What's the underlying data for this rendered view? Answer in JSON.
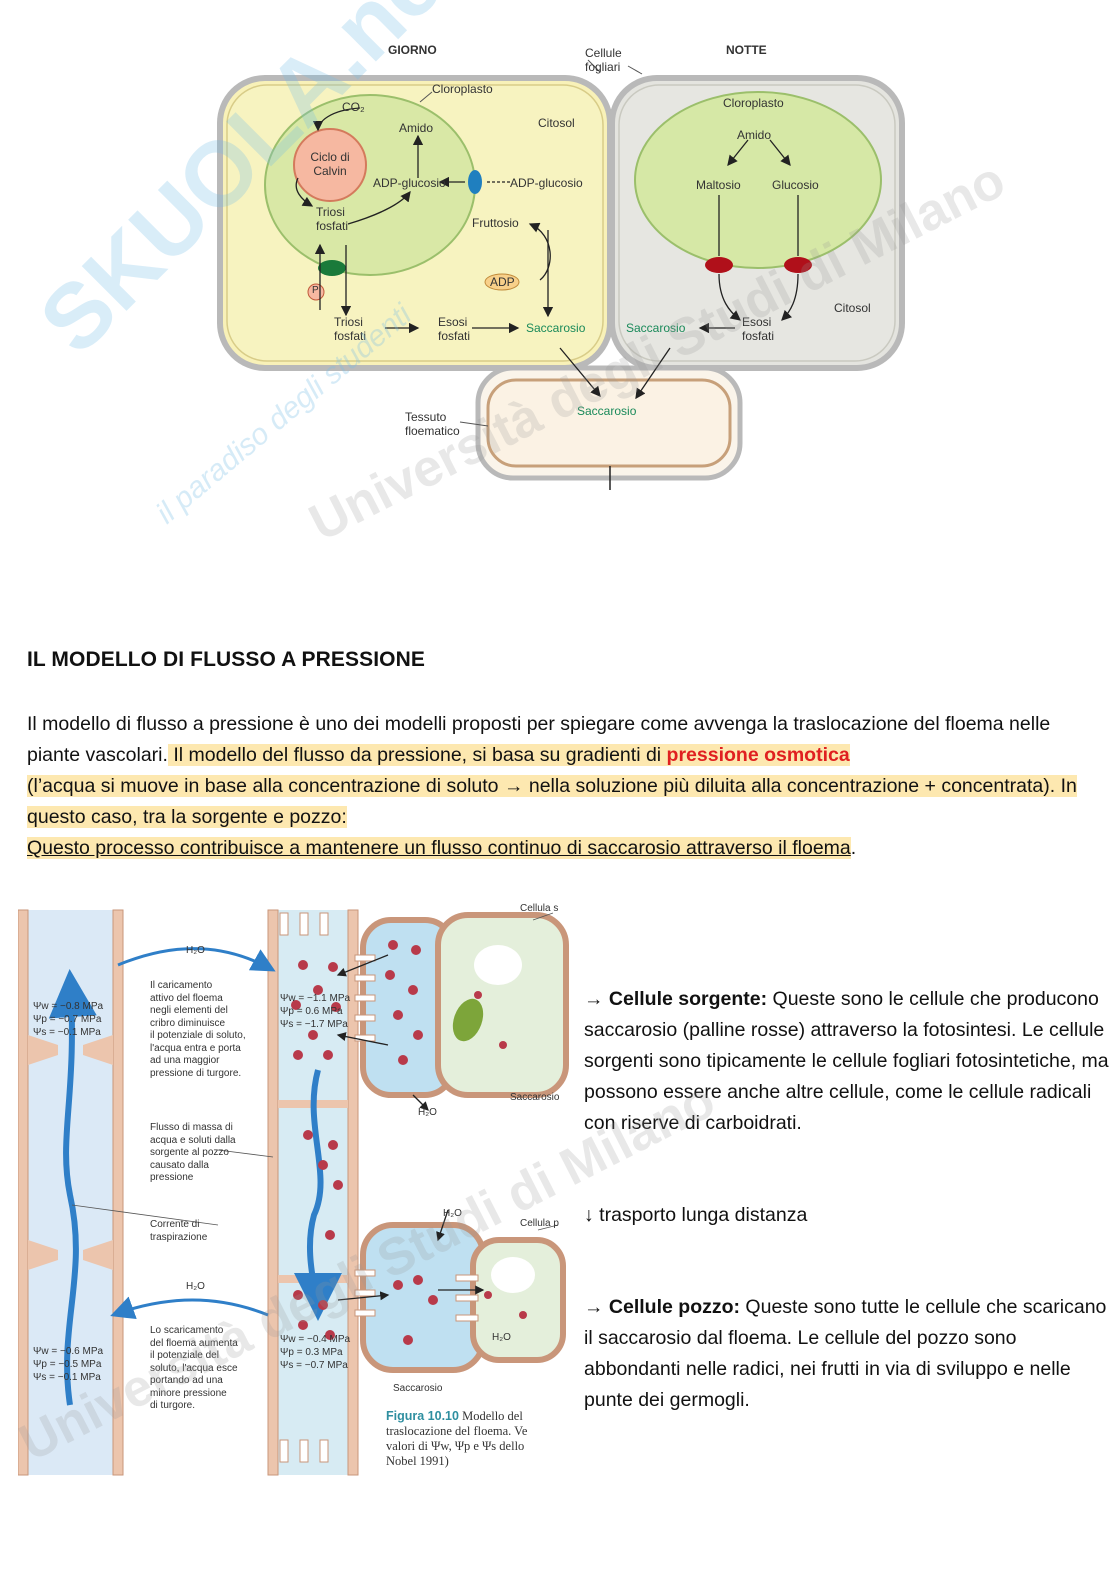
{
  "figure1": {
    "giorno": "GIORNO",
    "notte": "NOTTE",
    "cellule_fogliari": [
      "Cellule",
      "fogliari"
    ],
    "cloroplasto_day": "Cloroplasto",
    "cloroplasto_night": "Cloroplasto",
    "co2": "CO₂",
    "amido_day": "Amido",
    "amido_night": "Amido",
    "citosol_day": "Citosol",
    "citosol_night": "Citosol",
    "ciclo_calvin": [
      "Ciclo di",
      "Calvin"
    ],
    "adp_glucosio_in": "ADP-glucosio",
    "adp_glucosio_out": "ADP-glucosio",
    "triosi_fosfati_top": [
      "Triosi",
      "fosfati"
    ],
    "triosi_fosfati_bottom": [
      "Triosi",
      "fosfati"
    ],
    "fruttosio": "Fruttosio",
    "adp": "ADP",
    "p": "P",
    "esosi_fosfati_day": [
      "Esosi",
      "fosfati"
    ],
    "esosi_fosfati_night": [
      "Esosi",
      "fosfati"
    ],
    "saccarosio_day": "Saccarosio",
    "saccarosio_night": "Saccarosio",
    "saccarosio_floema": "Saccarosio",
    "maltosio": "Maltosio",
    "glucosio": "Glucosio",
    "tessuto_floematico": [
      "Tessuto",
      "floematico"
    ]
  },
  "section": {
    "title": "IL MODELLO DI FLUSSO A PRESSIONE",
    "p1": "Il modello di flusso a pressione è uno dei modelli proposti per spiegare come avvenga la traslocazione del floema nelle piante vascolari.",
    "p2_hl_a": " Il modello del flusso da pressione, si basa su gradienti di ",
    "p2_red": "pressione osmotica",
    "p2_hl_b": "(l’acqua si muove in base alla concentrazione di soluto → nella soluzione più diluita alla concentrazione + concentrata). In questo caso, tra la sorgente e pozzo:",
    "p3_ul": "Questo processo contribuisce a mantenere un flusso continuo di saccarosio attraverso il floema",
    "p3_end": "."
  },
  "figure2": {
    "h2o_top": "H₂O",
    "h2o_mid": "H₂O",
    "h2o_lower": "H₂O",
    "h2o_bottom": "H₂O",
    "h2o_sink": "H₂O",
    "cellula_sorgente": "Cellula s",
    "cellula_pozzo": "Cellula p",
    "saccarosio_top": "Saccarosio",
    "saccarosio_bottom": "Saccarosio",
    "xylem_top": [
      "Ψw = −0.8 MPa",
      "Ψp = −0.7 MPa",
      "Ψs = −0.1 MPa"
    ],
    "phloem_top": [
      "Ψw = −1.1 MPa",
      "Ψp = 0.6 MPa",
      "Ψs = −1.7 MPa"
    ],
    "xylem_bottom": [
      "Ψw = −0.6 MPa",
      "Ψp = −0.5 MPa",
      "Ψs = −0.1 MPa"
    ],
    "phloem_bottom": [
      "Ψw = −0.4 MPa",
      "Ψp = 0.3 MPa",
      "Ψs = −0.7 MPa"
    ],
    "caricamento": [
      "Il caricamento",
      "attivo del floema",
      "negli elementi del",
      "cribro diminuisce",
      "il potenziale di soluto,",
      "l'acqua entra e porta",
      "ad una maggior",
      "pressione di turgore."
    ],
    "flusso_massa": [
      "Flusso di massa di",
      "acqua e soluti dalla",
      "sorgente al pozzo",
      "causato dalla",
      "pressione"
    ],
    "corrente": [
      "Corrente di",
      "traspirazione"
    ],
    "scaricamento": [
      "Lo scaricamento",
      "del floema aumenta",
      "il potenziale del",
      "soluto, l'acqua esce",
      "portando ad una",
      "minore pressione",
      "di turgore."
    ],
    "caption_label": "Figura 10.10",
    "caption_rest": [
      "Modello del",
      "traslocazione del floema. Ve",
      "valori di Ψw, Ψp e Ψs dello",
      "Nobel 1991)"
    ]
  },
  "side": {
    "s1_arrow": "→ ",
    "s1_bold": "Cellule sorgente:",
    "s1_text": " Queste sono le cellule che producono saccarosio (palline rosse)  attraverso la fotosintesi. Le cellule sorgenti sono tipicamente le cellule fogliari fotosintetiche, ma possono essere anche altre cellule, come le cellule radicali con riserve di carboidrati.",
    "transport": "↓ trasporto lunga distanza",
    "s2_arrow": "→ ",
    "s2_bold": "Cellule pozzo:",
    "s2_text": " Queste sono tutte le cellule che scaricano il saccarosio dal floema. Le cellule del pozzo sono abbondanti nelle radici, nei frutti in via di sviluppo e nelle punte dei germogli."
  },
  "watermarks": {
    "skuola": "SKUOLA.net",
    "paradiso": "il paradiso degli studenti",
    "universita": "Università degli Studi di Milano"
  }
}
